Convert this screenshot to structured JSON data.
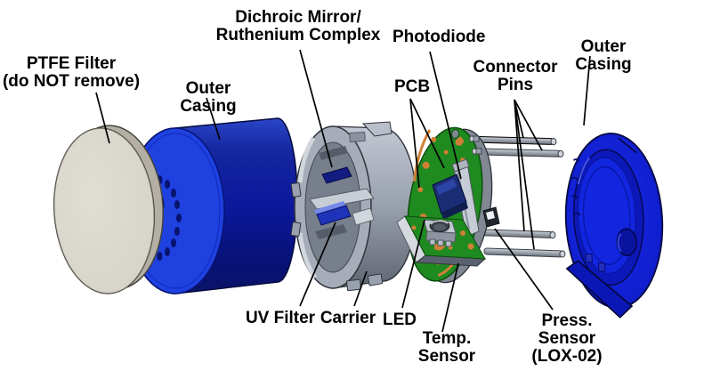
{
  "labels": {
    "ptfe_filter": "PTFE Filter\n(do NOT remove)",
    "outer_casing_left": "Outer Casing",
    "dichroic_mirror": "Dichroic Mirror/\nRuthenium Complex",
    "photodiode": "Photodiode",
    "pcb": "PCB",
    "connector_pins": "Connector\nPins",
    "outer_casing_right": "Outer Casing",
    "uv_filter": "UV Filter",
    "carrier": "Carrier",
    "led": "LED",
    "temp_sensor": "Temp. Sensor",
    "press_sensor": "Press. Sensor\n(LOX-02)"
  },
  "colors": {
    "casing_face_blue": "#1e41e0",
    "casing_body_blue": "#0b189c",
    "casing_rear_blue": "#1021dd",
    "ptfe_beige": "#dcd9d0",
    "carrier_gray": "#a6adb9",
    "pcb_green": "#1f8a1f",
    "trace_orange": "#cf8036",
    "photodiode_navy": "#1b2d74",
    "pin_gray": "#9aa1ab",
    "leader_line": "#000000"
  }
}
